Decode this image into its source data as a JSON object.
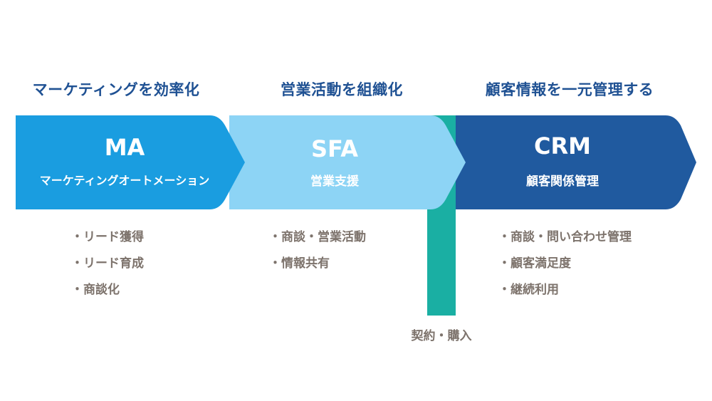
{
  "headings": {
    "ma": "マーケティングを効率化",
    "sfa": "営業活動を組織化",
    "crm": "顧客情報を一元管理する"
  },
  "stages": {
    "ma": {
      "title": "MA",
      "subtitle": "マーケティングオートメーション",
      "color": "#1a9de0"
    },
    "sfa": {
      "title": "SFA",
      "subtitle": "営業支援",
      "color": "#8dd4f5"
    },
    "crm": {
      "title": "CRM",
      "subtitle": "顧客関係管理",
      "color": "#205a9f"
    }
  },
  "bullets": {
    "ma": [
      "・リード獲得",
      "・リード育成",
      "・商談化"
    ],
    "sfa": [
      "・商談・営業活動",
      "・情報共有"
    ],
    "crm": [
      "・商談・問い合わせ管理",
      "・顧客満足度",
      "・継続利用"
    ]
  },
  "contract_marker": {
    "label": "契約・購入",
    "color": "#1aafa3"
  },
  "heading_color": "#1f5193"
}
